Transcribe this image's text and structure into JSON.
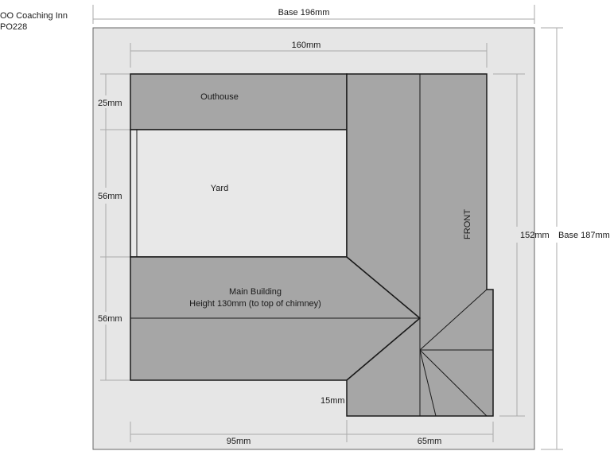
{
  "title": {
    "line1": "OO Coaching Inn",
    "line2": "PO228"
  },
  "dimensions": {
    "base_width": "Base 196mm",
    "base_depth": "Base 187mm",
    "overall_width": "160mm",
    "overall_depth": "152mm",
    "outhouse_depth": "25mm",
    "yard_depth": "56mm",
    "main_depth": "56mm",
    "front_step": "15mm",
    "left_width": "95mm",
    "right_width": "65mm"
  },
  "labels": {
    "outhouse": "Outhouse",
    "yard": "Yard",
    "main_building": "Main Building",
    "main_height": "Height 130mm (to top of chimney)",
    "front": "FRONT"
  },
  "colors": {
    "base": "#e6e6e6",
    "building": "#a6a6a6",
    "yard": "#e8e8e8",
    "outline": "#1a1a1a",
    "guide": "#aaaaaa"
  }
}
